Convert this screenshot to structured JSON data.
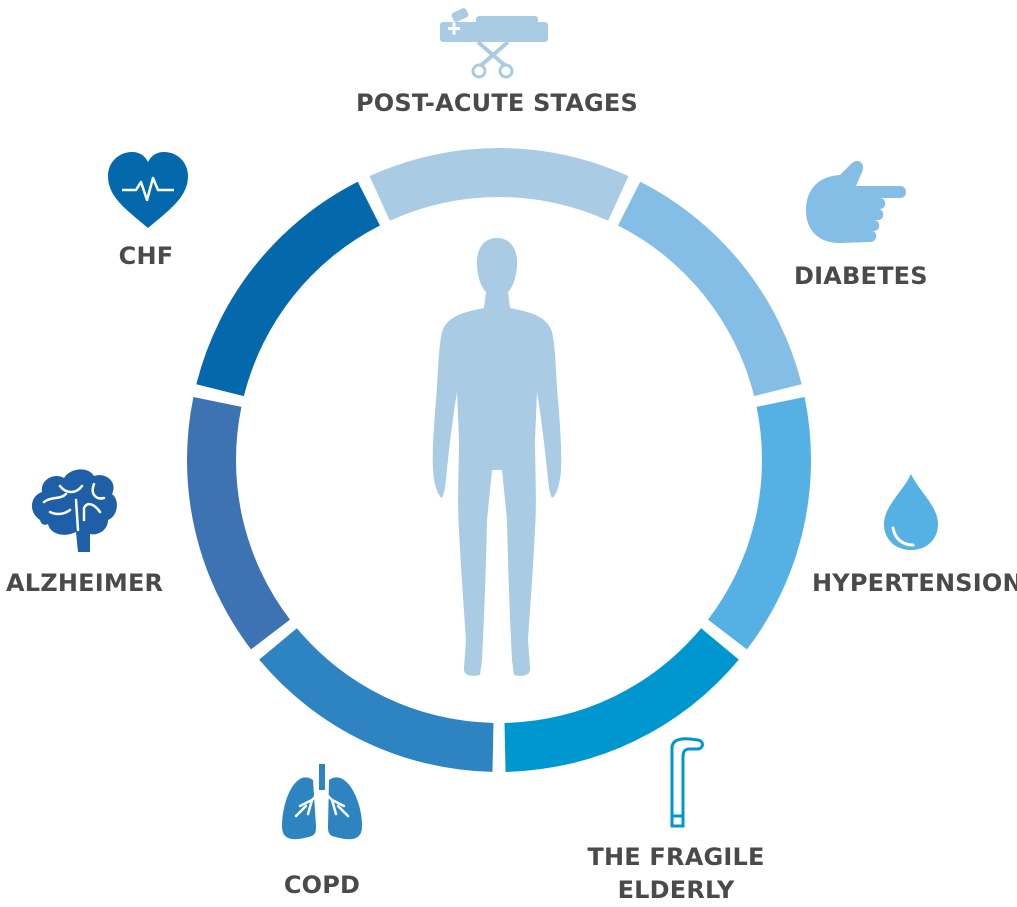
{
  "segments": [
    {
      "id": "post-acute",
      "label": "POST-ACUTE STAGES",
      "color": "#a9cbe3",
      "icon": "hospital-bed-icon",
      "icon_color": "#a9cbe3"
    },
    {
      "id": "diabetes",
      "label": "DIABETES",
      "color": "#84bde6",
      "icon": "pointing-hand-icon",
      "icon_color": "#84bde6"
    },
    {
      "id": "hypertension",
      "label": "HYPERTENSION",
      "color": "#55b0e4",
      "icon": "blood-drop-icon",
      "icon_color": "#55b0e4"
    },
    {
      "id": "fragile-elderly",
      "label_line1": "THE FRAGILE",
      "label_line2": "ELDERLY",
      "color": "#0096cf",
      "icon": "walking-cane-icon",
      "icon_color": "#0096cf"
    },
    {
      "id": "copd",
      "label": "COPD",
      "color": "#2e84c1",
      "icon": "lungs-icon",
      "icon_color": "#2e84c1"
    },
    {
      "id": "alzheimer",
      "label": "ALZHEIMER",
      "color": "#3d72b3",
      "icon": "brain-icon",
      "icon_color": "#1f5fa8"
    },
    {
      "id": "chf",
      "label": "CHF",
      "color": "#0468ad",
      "icon": "heart-pulse-icon",
      "icon_color": "#0468ad"
    }
  ],
  "center_figure": {
    "icon": "human-silhouette-icon",
    "color": "#a9cbe3"
  }
}
